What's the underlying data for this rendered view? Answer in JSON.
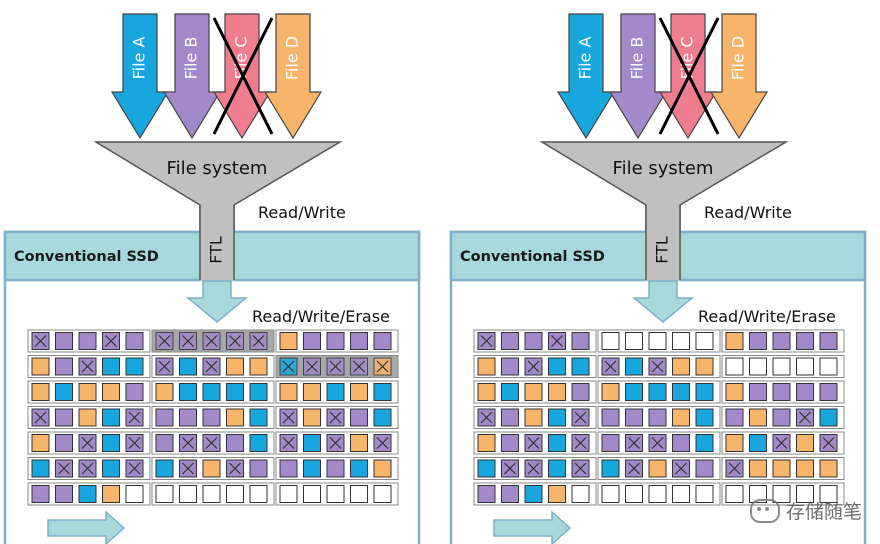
{
  "colors": {
    "purple": "#a289c9",
    "orange": "#f7b46b",
    "blue": "#17a6dd",
    "pink": "#ef7d8e",
    "white": "#ffffff",
    "panel_bg": "#a7d8dc",
    "panel_border": "#7fb0c8"
  },
  "panels": [
    {
      "files": [
        "File A",
        "File B",
        "File C",
        "File D"
      ],
      "crossed_file": 2,
      "file_system_label": "File system",
      "ftl_label": "FTL",
      "read_write_label": "Read/Write",
      "ssd_title": "Conventional SSD",
      "rwe_label": "Read/Write/Erase",
      "highlight": [
        [
          0,
          1
        ],
        [
          1,
          2
        ]
      ],
      "rows": [
        [
          "Px",
          "P",
          "P",
          "Px",
          "P",
          "Px",
          "Px",
          "Px",
          "Px",
          "Px",
          "O",
          "P",
          "P",
          "P",
          "P"
        ],
        [
          "O",
          "P",
          "Px",
          "B",
          "B",
          "Px",
          "B",
          "Px",
          "O",
          "O",
          "Bx",
          "Px",
          "Px",
          "Px",
          "Ox"
        ],
        [
          "O",
          "B",
          "O",
          "O",
          "P",
          "O",
          "B",
          "B",
          "B",
          "B",
          "O",
          "O",
          "B",
          "O",
          "B"
        ],
        [
          "Px",
          "P",
          "O",
          "B",
          "Px",
          "P",
          "P",
          "P",
          "O",
          "B",
          "Px",
          "O",
          "Px",
          "P",
          "B"
        ],
        [
          "O",
          "P",
          "Px",
          "B",
          "Px",
          "P",
          "Px",
          "Px",
          "P",
          "B",
          "Px",
          "B",
          "Px",
          "O",
          "Px"
        ],
        [
          "B",
          "Px",
          "Px",
          "B",
          "Px",
          "B",
          "Px",
          "O",
          "Px",
          "P",
          "P",
          "B",
          "P",
          "B",
          "O"
        ],
        [
          "P",
          "P",
          "B",
          "O",
          "W",
          "W",
          "W",
          "W",
          "W",
          "W",
          "W",
          "W",
          "W",
          "W",
          "W"
        ]
      ]
    },
    {
      "files": [
        "File A",
        "File B",
        "File C",
        "File D"
      ],
      "crossed_file": 2,
      "file_system_label": "File system",
      "ftl_label": "FTL",
      "read_write_label": "Read/Write",
      "ssd_title": "Conventional SSD",
      "rwe_label": "Read/Write/Erase",
      "highlight": [],
      "rows": [
        [
          "Px",
          "P",
          "P",
          "Px",
          "P",
          "W",
          "W",
          "W",
          "W",
          "W",
          "O",
          "P",
          "P",
          "P",
          "P"
        ],
        [
          "O",
          "P",
          "Px",
          "B",
          "B",
          "Px",
          "B",
          "Px",
          "O",
          "O",
          "W",
          "W",
          "W",
          "W",
          "W"
        ],
        [
          "O",
          "B",
          "O",
          "O",
          "P",
          "O",
          "B",
          "B",
          "B",
          "B",
          "O",
          "P",
          "P",
          "P",
          "P"
        ],
        [
          "Px",
          "P",
          "O",
          "B",
          "Px",
          "P",
          "P",
          "P",
          "O",
          "B",
          "P",
          "O",
          "P",
          "Px",
          "B"
        ],
        [
          "O",
          "P",
          "Px",
          "B",
          "Px",
          "P",
          "Px",
          "Px",
          "P",
          "B",
          "O",
          "B",
          "Px",
          "O",
          "Px"
        ],
        [
          "B",
          "Px",
          "Px",
          "B",
          "Px",
          "B",
          "Px",
          "O",
          "Px",
          "P",
          "Px",
          "O",
          "O",
          "O",
          "O"
        ],
        [
          "P",
          "P",
          "B",
          "O",
          "W",
          "W",
          "W",
          "W",
          "W",
          "W",
          "W",
          "W",
          "W",
          "W",
          "W"
        ]
      ]
    }
  ],
  "watermark": "存储随笔"
}
